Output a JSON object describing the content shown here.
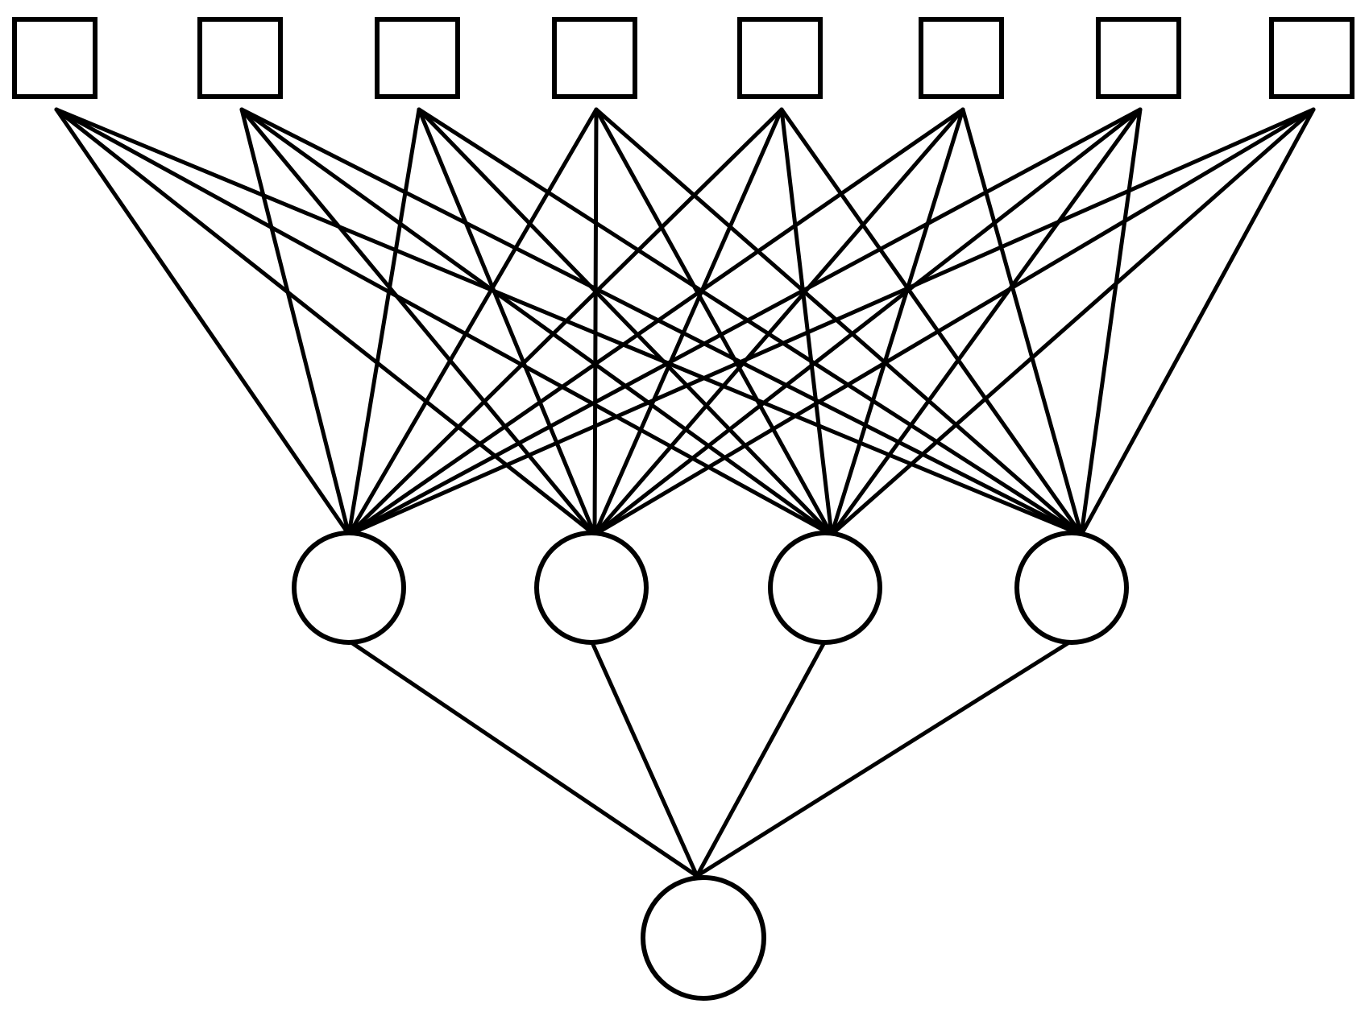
{
  "diagram": {
    "type": "neural-network",
    "colors": {
      "stroke": "#000000",
      "background": "#ffffff"
    },
    "layers": [
      {
        "name": "input",
        "shape": "square",
        "count": 8
      },
      {
        "name": "hidden",
        "shape": "circle",
        "count": 4
      },
      {
        "name": "output",
        "shape": "circle",
        "count": 1
      }
    ],
    "connectivity": "fully-connected"
  }
}
